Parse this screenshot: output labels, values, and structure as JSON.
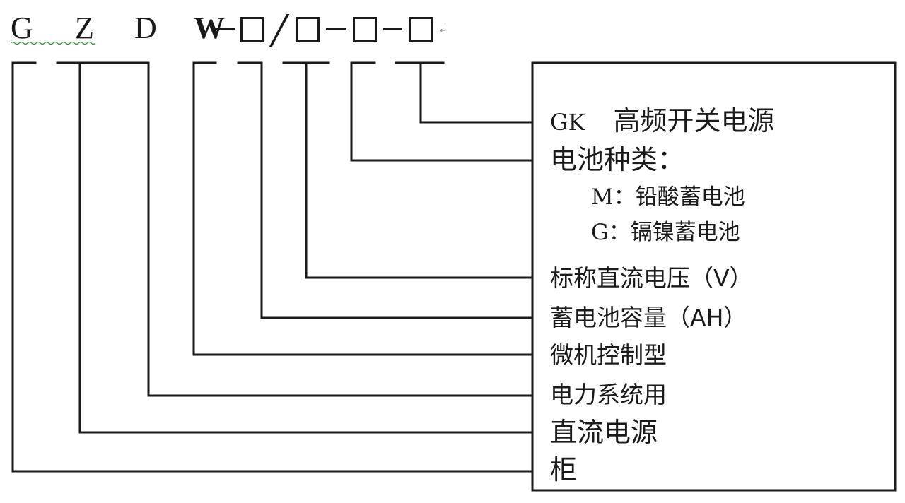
{
  "model_code": {
    "letters": [
      "G",
      "Z",
      "D",
      "W"
    ],
    "separators": [
      "-",
      "/",
      "-",
      "-"
    ],
    "placeholder_symbol": "□",
    "paragraph_mark": "↵"
  },
  "legend": {
    "items": [
      {
        "code": "GK",
        "text": "高频开关电源",
        "connects_to": "placeholder-4"
      },
      {
        "code": "",
        "text": "电池种类：",
        "connects_to": "placeholder-3"
      },
      {
        "code": "M：",
        "text": "铅酸蓄电池",
        "sub": true
      },
      {
        "code": "G：",
        "text": "镉镍蓄电池",
        "sub": true
      },
      {
        "code": "",
        "text": "标称直流电压（V）",
        "connects_to": "placeholder-2"
      },
      {
        "code": "",
        "text": "蓄电池容量（AH）",
        "connects_to": "placeholder-1"
      },
      {
        "code": "",
        "text": "微机控制型",
        "connects_to": "W"
      },
      {
        "code": "",
        "text": "电力系统用",
        "connects_to": "D"
      },
      {
        "code": "",
        "text": "直流电源",
        "connects_to": "Z"
      },
      {
        "code": "",
        "text": "柜",
        "connects_to": "G"
      }
    ]
  },
  "colors": {
    "line": "#1a1a1a",
    "text": "#1a1a1a",
    "spellcheck_underline": "#3a9a3a",
    "background": "#ffffff"
  }
}
